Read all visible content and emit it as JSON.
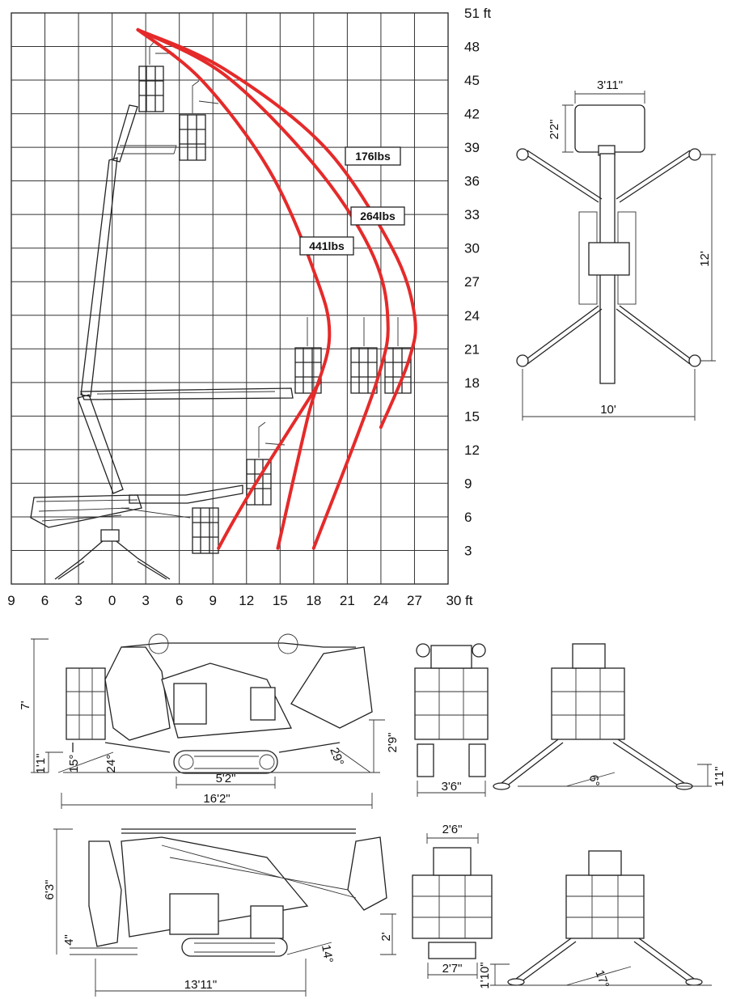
{
  "chart_data": {
    "type": "line",
    "x_ticks": [
      "9",
      "6",
      "3",
      "0",
      "3",
      "6",
      "9",
      "12",
      "15",
      "18",
      "21",
      "24",
      "27",
      "30 ft"
    ],
    "y_ticks": [
      "51 ft",
      "48",
      "45",
      "42",
      "39",
      "36",
      "33",
      "30",
      "27",
      "24",
      "21",
      "18",
      "15",
      "12",
      "9",
      "6",
      "3"
    ],
    "grid": true,
    "series": [
      {
        "name": "176lbs",
        "color": "#e52a2a",
        "points": [
          [
            2.3,
            49.5
          ],
          [
            10,
            46
          ],
          [
            19,
            39
          ],
          [
            25,
            30
          ],
          [
            27,
            24
          ],
          [
            26.5,
            20
          ],
          [
            24,
            14
          ]
        ]
      },
      {
        "name": "264lbs",
        "color": "#e52a2a",
        "points": [
          [
            2.3,
            49.5
          ],
          [
            10,
            45.5
          ],
          [
            18,
            37.5
          ],
          [
            23,
            30
          ],
          [
            24.6,
            24
          ],
          [
            23.6,
            18
          ],
          [
            18,
            3.2
          ]
        ]
      },
      {
        "name": "441lbs",
        "color": "#e52a2a",
        "points": [
          [
            2.3,
            49.5
          ],
          [
            8,
            45
          ],
          [
            14,
            37
          ],
          [
            18,
            28
          ],
          [
            19.4,
            22
          ],
          [
            17.5,
            15
          ],
          [
            14.8,
            3.2
          ]
        ]
      }
    ]
  },
  "top_view": {
    "width_label": "3'11\"",
    "platform_depth_label": "2'2\"",
    "length_label": "12'",
    "outrigger_span_label": "10'"
  },
  "side_view_extended": {
    "height_label": "7'",
    "clearance_label": "1'1\"",
    "angle_a": "15°",
    "angle_b": "24°",
    "angle_c": "29°",
    "ground_clearance_label": "2'9\"",
    "track_length_label": "5'2\"",
    "overall_length_label": "16'2\""
  },
  "front_view_extended": {
    "track_width_label": "3'6\"",
    "angle": "6°",
    "height_label": "1'1\""
  },
  "side_view_compact": {
    "height_label": "6'3\"",
    "clearance_label": "4\"",
    "angle": "14°",
    "ground_label": "2'",
    "overall_length_label": "13'11\""
  },
  "front_view_compact": {
    "top_width_label": "2'6\"",
    "track_width_label": "2'7\"",
    "height_label": "1'10\"",
    "angle": "17°"
  }
}
